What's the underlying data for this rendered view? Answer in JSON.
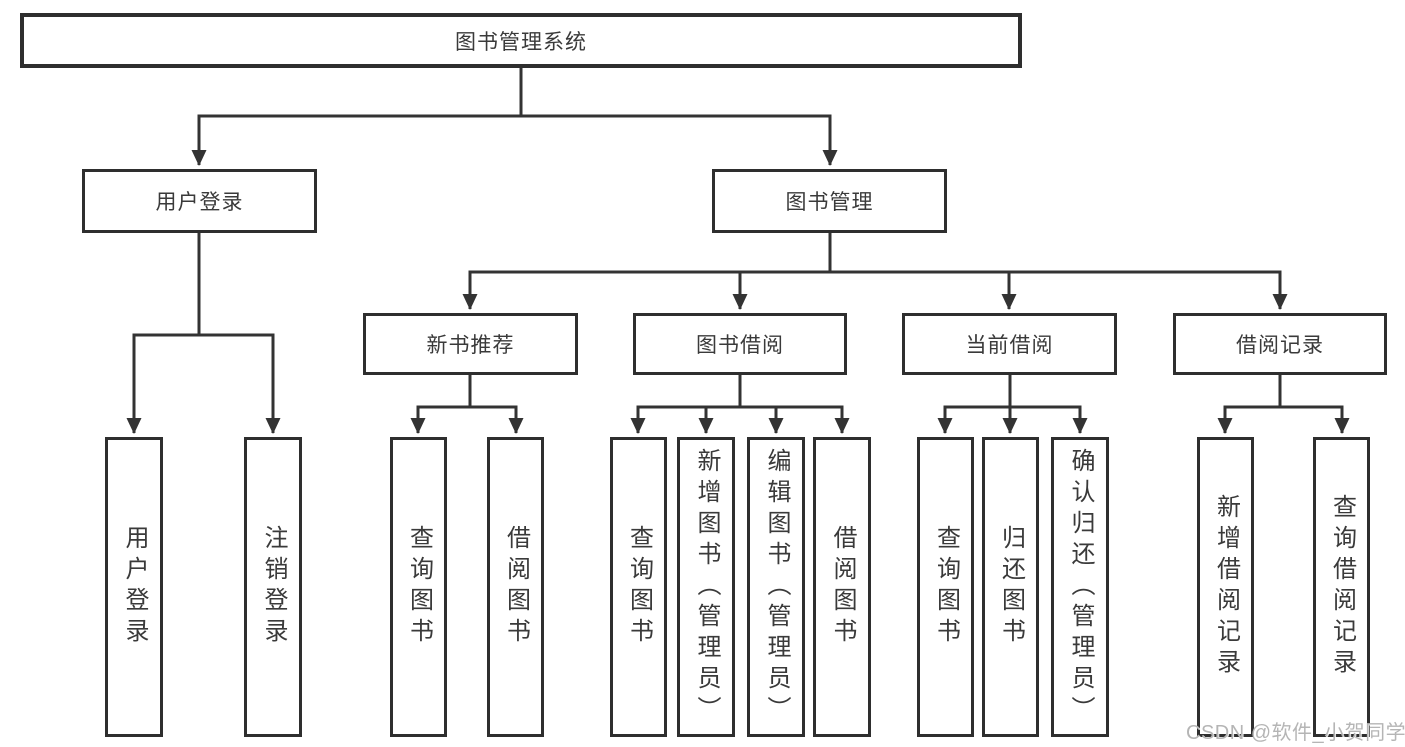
{
  "diagram": {
    "tree": {
      "label": "图书管理系统",
      "children": [
        {
          "label": "用户登录",
          "children": [
            {
              "label": "用户登录"
            },
            {
              "label": "注销登录"
            }
          ]
        },
        {
          "label": "图书管理",
          "children": [
            {
              "label": "新书推荐",
              "children": [
                {
                  "label": "查询图书"
                },
                {
                  "label": "借阅图书"
                }
              ]
            },
            {
              "label": "图书借阅",
              "children": [
                {
                  "label": "查询图书"
                },
                {
                  "label": "新增图书（管理员）"
                },
                {
                  "label": "编辑图书（管理员）"
                },
                {
                  "label": "借阅图书"
                }
              ]
            },
            {
              "label": "当前借阅",
              "children": [
                {
                  "label": "查询图书"
                },
                {
                  "label": "归还图书"
                },
                {
                  "label": "确认归还（管理员）"
                }
              ]
            },
            {
              "label": "借阅记录",
              "children": [
                {
                  "label": "新增借阅记录"
                },
                {
                  "label": "查询借阅记录"
                }
              ]
            }
          ]
        }
      ]
    },
    "line_color": "#333333",
    "text_color": "#3a3a3a"
  },
  "watermark": {
    "text": "CSDN @软件_小贺同学"
  }
}
